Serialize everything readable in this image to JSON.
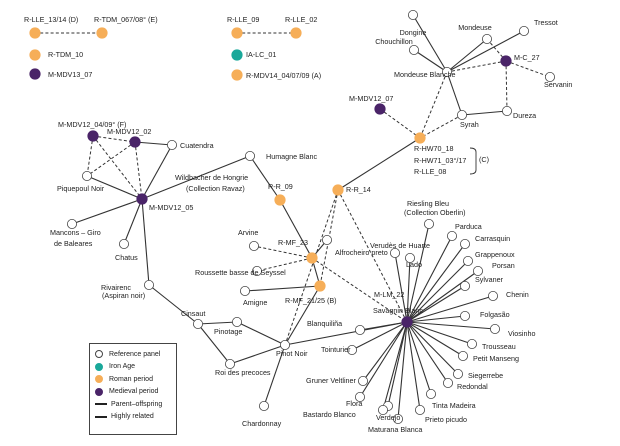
{
  "diagram": {
    "categories": {
      "reference": {
        "label": "Reference panel",
        "color": "#ffffff"
      },
      "iron": {
        "label": "Iron Age",
        "color": "#1aa89a"
      },
      "roman": {
        "label": "Roman period",
        "color": "#f6ae58"
      },
      "medieval": {
        "label": "Medieval period",
        "color": "#4a2468"
      }
    },
    "legend": {
      "items": [
        {
          "key": "reference",
          "label": "Reference panel"
        },
        {
          "key": "iron",
          "label": "Iron Age"
        },
        {
          "key": "roman",
          "label": "Roman period"
        },
        {
          "key": "medieval",
          "label": "Medieval period"
        }
      ],
      "lines": [
        {
          "style": "solid",
          "label": "Parent–offspring"
        },
        {
          "style": "dashed",
          "label": "Highly related"
        }
      ]
    },
    "key_samples": [
      {
        "id": "k1",
        "a": "R-LLE_13/14 (D)",
        "b": "R-TDM_067/08° (E)",
        "cat": "roman"
      },
      {
        "id": "k2",
        "a": "R-LLE_09",
        "b": "R-LLE_02",
        "cat": "roman"
      },
      {
        "id": "k3",
        "a": "R-TDM_10",
        "cat": "roman"
      },
      {
        "id": "k4",
        "a": "IA-LC_01",
        "cat": "iron"
      },
      {
        "id": "k5",
        "a": "M-MDV13_07",
        "cat": "medieval"
      },
      {
        "id": "k6",
        "a": "R-MDV14_04/07/09 (A)",
        "cat": "roman"
      }
    ],
    "nodes": [
      {
        "id": "dongine",
        "label": "Dongine",
        "cat": "reference"
      },
      {
        "id": "chouchillon",
        "label": "Chouchillon",
        "cat": "reference"
      },
      {
        "id": "mondeuse",
        "label": "Mondeuse",
        "cat": "reference"
      },
      {
        "id": "tressot",
        "label": "Tressot",
        "cat": "reference"
      },
      {
        "id": "mc27",
        "label": "M-C_27",
        "cat": "medieval"
      },
      {
        "id": "servanin",
        "label": "Servanin",
        "cat": "reference"
      },
      {
        "id": "mondeuse_blanche",
        "label": "Mondeuse Blanche",
        "cat": "reference"
      },
      {
        "id": "mmdv12_07",
        "label": "M-MDV12_07",
        "cat": "medieval"
      },
      {
        "id": "syrah",
        "label": "Syrah",
        "cat": "reference"
      },
      {
        "id": "dureza",
        "label": "Dureza",
        "cat": "reference"
      },
      {
        "id": "rhw70",
        "label": "R-HW70_18",
        "cat": "roman"
      },
      {
        "id": "mmdv12_04",
        "label": "M-MDV12_04/09° (F)",
        "cat": "medieval"
      },
      {
        "id": "mmdv12_02",
        "label": "M-MDV12_02",
        "cat": "medieval"
      },
      {
        "id": "cuatendra",
        "label": "Cuatendra",
        "cat": "reference"
      },
      {
        "id": "piquepoul",
        "label": "Piquepoul Noir",
        "cat": "reference"
      },
      {
        "id": "mmdv12_05",
        "label": "M-MDV12_05",
        "cat": "medieval"
      },
      {
        "id": "humagne",
        "label": "Humagne Blanc",
        "cat": "reference"
      },
      {
        "id": "wildbacher",
        "label": "Wildbacher de Hongrie",
        "cat": "reference"
      },
      {
        "id": "rr09",
        "label": "R-R_09",
        "cat": "roman"
      },
      {
        "id": "rr14",
        "label": "R-R_14",
        "cat": "roman"
      },
      {
        "id": "mancons",
        "label": "Mancons – Giro",
        "cat": "reference"
      },
      {
        "id": "chatus",
        "label": "Chatus",
        "cat": "reference"
      },
      {
        "id": "arvine",
        "label": "Arvine",
        "cat": "reference"
      },
      {
        "id": "rmf23",
        "label": "R-MF_23",
        "cat": "roman"
      },
      {
        "id": "alfrocheiro",
        "label": "Alfrocheiro preto",
        "cat": "reference"
      },
      {
        "id": "roussette",
        "label": "Roussette basse de Seyssel",
        "cat": "reference"
      },
      {
        "id": "amigne",
        "label": "Amigne",
        "cat": "reference"
      },
      {
        "id": "rmf2125",
        "label": "R-MF_21/25 (B)",
        "cat": "roman"
      },
      {
        "id": "rivairenc",
        "label": "Rivairenc",
        "cat": "reference"
      },
      {
        "id": "cinsaut",
        "label": "Cinsaut",
        "cat": "reference"
      },
      {
        "id": "pinotage",
        "label": "Pinotage",
        "cat": "reference"
      },
      {
        "id": "pinotnoir",
        "label": "Pinot Noir",
        "cat": "reference"
      },
      {
        "id": "roiprecoces",
        "label": "Roi des precoces",
        "cat": "reference"
      },
      {
        "id": "chardonnay",
        "label": "Chardonnay",
        "cat": "reference"
      },
      {
        "id": "mlm22",
        "label": "M-LM_22",
        "cat": "medieval"
      },
      {
        "id": "verudes",
        "label": "Verudès de Huarte",
        "cat": "reference"
      },
      {
        "id": "lado",
        "label": "Lado",
        "cat": "reference"
      },
      {
        "id": "riesling",
        "label": "Riesling Bleu",
        "cat": "reference"
      },
      {
        "id": "parduca",
        "label": "Parduca",
        "cat": "reference"
      },
      {
        "id": "carrasquin",
        "label": "Carrasquin",
        "cat": "reference"
      },
      {
        "id": "grappenoux",
        "label": "Grappenoux",
        "cat": "reference"
      },
      {
        "id": "porsan",
        "label": "Porsan",
        "cat": "reference"
      },
      {
        "id": "sylvaner",
        "label": "Sylvaner",
        "cat": "reference"
      },
      {
        "id": "chenin",
        "label": "Chenin",
        "cat": "reference"
      },
      {
        "id": "folgasao",
        "label": "Folgasão",
        "cat": "reference"
      },
      {
        "id": "viosinho",
        "label": "Viosinho",
        "cat": "reference"
      },
      {
        "id": "trousseau",
        "label": "Trousseau",
        "cat": "reference"
      },
      {
        "id": "petitmanseng",
        "label": "Petit Manseng",
        "cat": "reference"
      },
      {
        "id": "siegerrebe",
        "label": "Siegerrebe",
        "cat": "reference"
      },
      {
        "id": "redondal",
        "label": "Redondal",
        "cat": "reference"
      },
      {
        "id": "tintamadeira",
        "label": "Tinta Madeira",
        "cat": "reference"
      },
      {
        "id": "prietopicudo",
        "label": "Prieto picudo",
        "cat": "reference"
      },
      {
        "id": "maturana",
        "label": "Maturana Blanca",
        "cat": "reference"
      },
      {
        "id": "verdejo",
        "label": "Verdejo",
        "cat": "reference"
      },
      {
        "id": "flora",
        "label": "Flora",
        "cat": "reference"
      },
      {
        "id": "bastardo",
        "label": "Bastardo Blanco",
        "cat": "reference"
      },
      {
        "id": "gruner",
        "label": "Gruner Veltliner",
        "cat": "reference"
      },
      {
        "id": "tointurier",
        "label": "Tointurier",
        "cat": "reference"
      },
      {
        "id": "blanquilina",
        "label": "Blanquiliña",
        "cat": "reference"
      }
    ],
    "extra_labels": [
      {
        "id": "rhw71",
        "text": "R-HW71_03°/17"
      },
      {
        "id": "rlle08",
        "text": "R-LLE_08"
      },
      {
        "id": "bracket_c",
        "text": "(C)"
      },
      {
        "id": "ravaz",
        "text": "(Collection Ravaz)"
      },
      {
        "id": "baleares",
        "text": "de Baleares"
      },
      {
        "id": "aspiran",
        "text": "(Aspiran noir)"
      },
      {
        "id": "oberlin",
        "text": "(Collection Oberlin)"
      },
      {
        "id": "savagnin",
        "text": "Savagnin Blanc"
      }
    ],
    "edges": [
      {
        "s": "dongine",
        "t": "mondeuse_blanche",
        "style": "solid"
      },
      {
        "s": "chouchillon",
        "t": "mondeuse_blanche",
        "style": "solid"
      },
      {
        "s": "mondeuse",
        "t": "mondeuse_blanche",
        "style": "solid"
      },
      {
        "s": "tressot",
        "t": "mondeuse_blanche",
        "style": "solid"
      },
      {
        "s": "mc27",
        "t": "mondeuse",
        "style": "dashed"
      },
      {
        "s": "mc27",
        "t": "mondeuse_blanche",
        "style": "dashed"
      },
      {
        "s": "mc27",
        "t": "servanin",
        "style": "dashed"
      },
      {
        "s": "mc27",
        "t": "dureza",
        "style": "dashed"
      },
      {
        "s": "mondeuse_blanche",
        "t": "syrah",
        "style": "solid"
      },
      {
        "s": "dureza",
        "t": "syrah",
        "style": "solid"
      },
      {
        "s": "mondeuse_blanche",
        "t": "rhw70",
        "style": "dashed"
      },
      {
        "s": "syrah",
        "t": "rhw70",
        "style": "dashed"
      },
      {
        "s": "mmdv12_07",
        "t": "rhw70",
        "style": "dashed"
      },
      {
        "s": "rhw70",
        "t": "rr14",
        "style": "solid"
      },
      {
        "s": "rr14",
        "t": "rmf2125",
        "style": "dashed"
      },
      {
        "s": "rr14",
        "t": "pinotnoir",
        "style": "dashed"
      },
      {
        "s": "rr14",
        "t": "mlm22",
        "style": "dashed"
      },
      {
        "s": "mmdv12_04",
        "t": "mmdv12_02",
        "style": "dashed"
      },
      {
        "s": "mmdv12_04",
        "t": "piquepoul",
        "style": "dashed"
      },
      {
        "s": "mmdv12_04",
        "t": "mmdv12_05",
        "style": "dashed"
      },
      {
        "s": "mmdv12_02",
        "t": "cuatendra",
        "style": "solid"
      },
      {
        "s": "mmdv12_02",
        "t": "mmdv12_05",
        "style": "dashed"
      },
      {
        "s": "mmdv12_02",
        "t": "piquepoul",
        "style": "dashed"
      },
      {
        "s": "cuatendra",
        "t": "mmdv12_05",
        "style": "solid"
      },
      {
        "s": "piquepoul",
        "t": "mmdv12_05",
        "style": "solid"
      },
      {
        "s": "mmdv12_05",
        "t": "humagne",
        "style": "solid"
      },
      {
        "s": "mmdv12_05",
        "t": "mancons",
        "style": "solid"
      },
      {
        "s": "mmdv12_05",
        "t": "chatus",
        "style": "solid"
      },
      {
        "s": "mmdv12_05",
        "t": "rivairenc",
        "style": "solid"
      },
      {
        "s": "humagne",
        "t": "rr09",
        "style": "solid"
      },
      {
        "s": "rr09",
        "t": "rmf23",
        "style": "solid"
      },
      {
        "s": "rmf23",
        "t": "arvine",
        "style": "dashed"
      },
      {
        "s": "rmf23",
        "t": "roussette",
        "style": "dashed"
      },
      {
        "s": "rmf23",
        "t": "alfrocheiro",
        "style": "solid"
      },
      {
        "s": "rmf23",
        "t": "rmf2125",
        "style": "solid"
      },
      {
        "s": "rmf23",
        "t": "mlm22",
        "style": "dashed"
      },
      {
        "s": "rmf2125",
        "t": "amigne",
        "style": "solid"
      },
      {
        "s": "rmf2125",
        "t": "pinotnoir",
        "style": "solid"
      },
      {
        "s": "rivairenc",
        "t": "cinsaut",
        "style": "solid"
      },
      {
        "s": "cinsaut",
        "t": "pinotage",
        "style": "solid"
      },
      {
        "s": "cinsaut",
        "t": "roiprecoces",
        "style": "solid"
      },
      {
        "s": "pinotage",
        "t": "pinotnoir",
        "style": "solid"
      },
      {
        "s": "roiprecoces",
        "t": "pinotnoir",
        "style": "solid"
      },
      {
        "s": "pinotnoir",
        "t": "chardonnay",
        "style": "solid"
      },
      {
        "s": "pinotnoir",
        "t": "mlm22",
        "style": "solid"
      },
      {
        "s": "mlm22",
        "t": "verudes",
        "style": "solid"
      },
      {
        "s": "mlm22",
        "t": "lado",
        "style": "solid"
      },
      {
        "s": "mlm22",
        "t": "riesling",
        "style": "solid"
      },
      {
        "s": "mlm22",
        "t": "parduca",
        "style": "solid"
      },
      {
        "s": "mlm22",
        "t": "carrasquin",
        "style": "solid"
      },
      {
        "s": "mlm22",
        "t": "grappenoux",
        "style": "solid"
      },
      {
        "s": "mlm22",
        "t": "porsan",
        "style": "solid"
      },
      {
        "s": "mlm22",
        "t": "sylvaner",
        "style": "solid"
      },
      {
        "s": "mlm22",
        "t": "chenin",
        "style": "solid"
      },
      {
        "s": "mlm22",
        "t": "folgasao",
        "style": "solid"
      },
      {
        "s": "mlm22",
        "t": "viosinho",
        "style": "solid"
      },
      {
        "s": "mlm22",
        "t": "trousseau",
        "style": "solid"
      },
      {
        "s": "mlm22",
        "t": "petitmanseng",
        "style": "solid"
      },
      {
        "s": "mlm22",
        "t": "siegerrebe",
        "style": "solid"
      },
      {
        "s": "mlm22",
        "t": "redondal",
        "style": "solid"
      },
      {
        "s": "mlm22",
        "t": "tintamadeira",
        "style": "solid"
      },
      {
        "s": "mlm22",
        "t": "prietopicudo",
        "style": "solid"
      },
      {
        "s": "mlm22",
        "t": "maturana",
        "style": "solid"
      },
      {
        "s": "mlm22",
        "t": "verdejo",
        "style": "solid"
      },
      {
        "s": "mlm22",
        "t": "flora",
        "style": "solid"
      },
      {
        "s": "mlm22",
        "t": "bastardo",
        "style": "solid"
      },
      {
        "s": "mlm22",
        "t": "gruner",
        "style": "solid"
      },
      {
        "s": "mlm22",
        "t": "tointurier",
        "style": "solid"
      },
      {
        "s": "mlm22",
        "t": "blanquilina",
        "style": "solid"
      }
    ]
  }
}
